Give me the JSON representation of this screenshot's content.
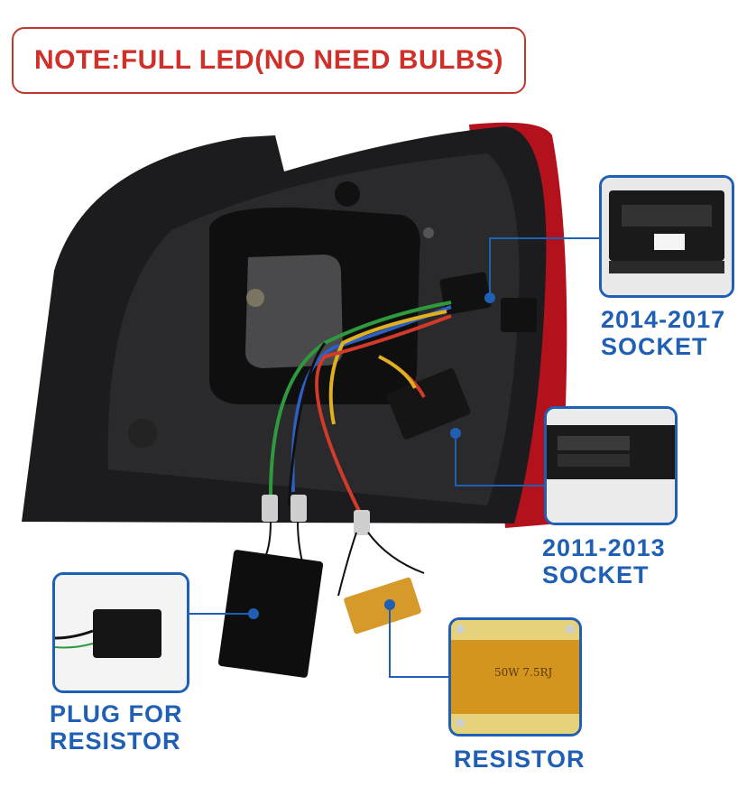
{
  "note": {
    "text": "NOTE:FULL LED(NO NEED BULBS)"
  },
  "callouts": [
    {
      "label_line1": "2014-2017",
      "label_line2": "SOCKET"
    },
    {
      "label_line1": "2011-2013",
      "label_line2": "SOCKET"
    },
    {
      "label_line1": "PLUG FOR",
      "label_line2": "RESISTOR"
    },
    {
      "label_line1": "RESISTOR",
      "label_line2": ""
    }
  ],
  "resistor_marking": "50W 7.5RJ",
  "colors": {
    "accent_blue": "#1f5fb4",
    "note_red": "#d0302a",
    "lamp_red": "#b3121c"
  }
}
